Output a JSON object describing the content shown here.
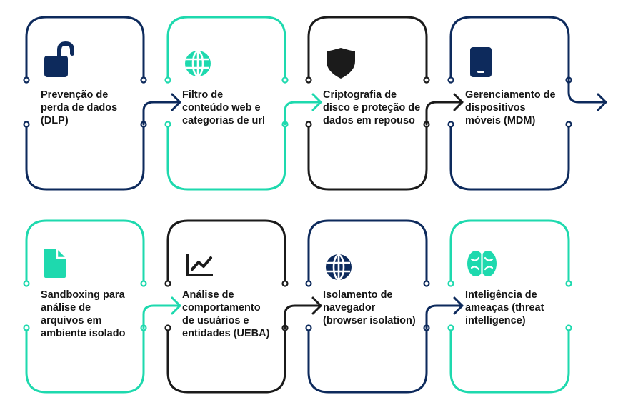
{
  "colors": {
    "navy": "#0d2a5c",
    "teal": "#1ed9ae",
    "black": "#1b1b1b",
    "text": "#161616"
  },
  "cards": [
    {
      "id": "dlp",
      "icon": "unlocked-padlock-icon",
      "color": "navy",
      "lines": [
        "Prevenção de",
        "perda de dados",
        "(DLP)"
      ]
    },
    {
      "id": "url-filter",
      "icon": "globe-icon",
      "color": "teal",
      "lines": [
        "Filtro de",
        "conteúdo web e",
        "categorias de url"
      ]
    },
    {
      "id": "disk-encryption",
      "icon": "shield-icon",
      "color": "black",
      "lines": [
        "Criptografia de",
        "disco e proteção de",
        "dados em repouso"
      ]
    },
    {
      "id": "mdm",
      "icon": "mobile-phone-icon",
      "color": "navy",
      "lines": [
        "Gerenciamento de",
        "dispositivos",
        "móveis (MDM)"
      ]
    },
    {
      "id": "sandboxing",
      "icon": "document-icon",
      "color": "teal",
      "lines": [
        "Sandboxing para",
        "análise de",
        "arquivos em",
        "ambiente isolado"
      ]
    },
    {
      "id": "ueba",
      "icon": "line-chart-icon",
      "color": "black",
      "lines": [
        "Análise de",
        "comportamento",
        "de usuários e",
        "entidades (UEBA)"
      ]
    },
    {
      "id": "browser-isolation",
      "icon": "globe-icon",
      "color": "navy",
      "lines": [
        "Isolamento de",
        "navegador",
        "(browser isolation)"
      ]
    },
    {
      "id": "threat-intel",
      "icon": "brain-icon",
      "color": "teal",
      "lines": [
        "Inteligência de",
        "ameaças (threat",
        "intelligence)"
      ]
    }
  ]
}
